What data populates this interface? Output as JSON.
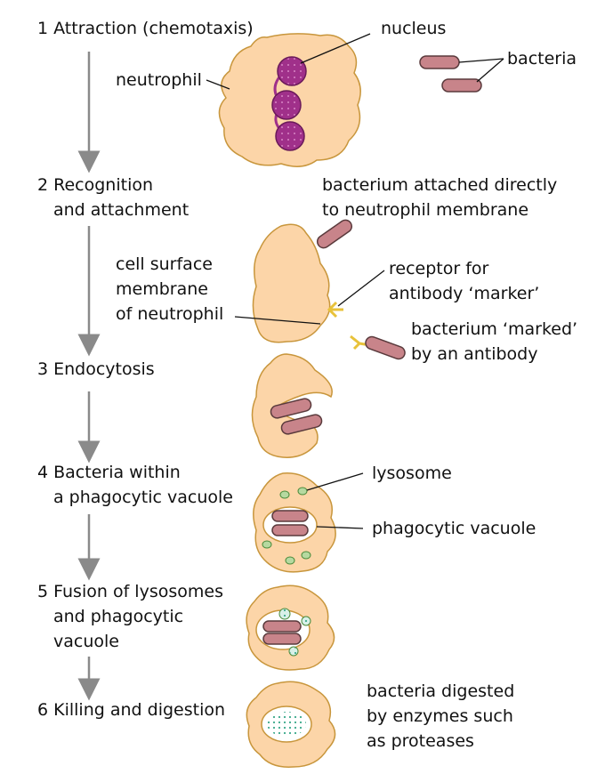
{
  "stages": [
    {
      "text": "1 Attraction (chemotaxis)"
    },
    {
      "line1": "2 Recognition",
      "line2": "and attachment"
    },
    {
      "text": "3 Endocytosis"
    },
    {
      "line1": "4 Bacteria within",
      "line2": "a phagocytic vacuole"
    },
    {
      "line1": "5 Fusion of lysosomes",
      "line2": "and phagocytic",
      "line3": "vacuole"
    },
    {
      "text": "6 Killing and digestion"
    }
  ],
  "labels": {
    "nucleus": "nucleus",
    "neutrophil": "neutrophil",
    "bacteria": "bacteria",
    "attached_1": "bacterium attached directly",
    "attached_2": "to neutrophil membrane",
    "membrane_1": "cell surface",
    "membrane_2": "membrane",
    "membrane_3": "of neutrophil",
    "receptor_1": "receptor for",
    "receptor_2": "antibody ‘marker’",
    "marked_1": "bacterium ‘marked’",
    "marked_2": "by an antibody",
    "lysosome": "lysosome",
    "vacuole": "phagocytic vacuole",
    "digested_1": "bacteria digested",
    "digested_2": "by enzymes such",
    "digested_3": "as proteases"
  },
  "colors": {
    "cell_fill": "#fcd5a8",
    "cell_stroke": "#c8963c",
    "nucleus": "#a0308a",
    "bacterium_fill": "#c8848a",
    "bacterium_stroke": "#5a3a3c",
    "lysosome": "#b6d9a0",
    "antibody": "#e8c23a",
    "arrow": "#8a8a8a",
    "enzyme_dots": "#3aa88a"
  }
}
